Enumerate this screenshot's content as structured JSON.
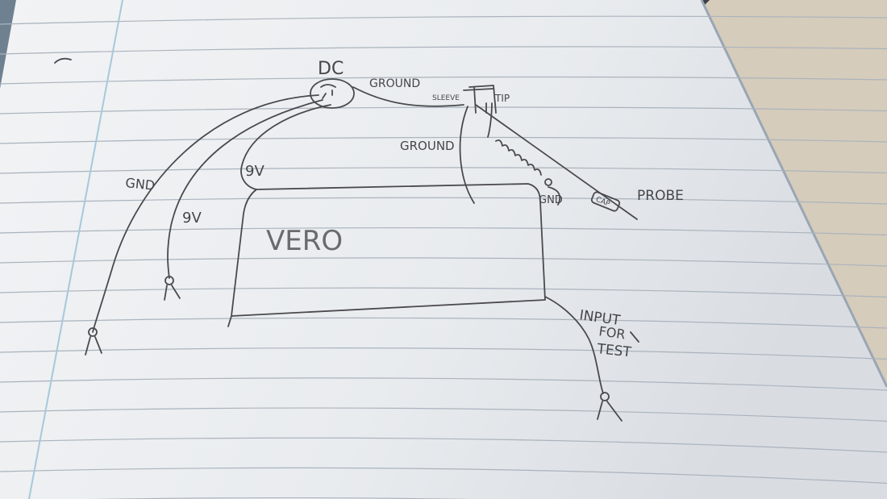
{
  "diagram": {
    "labels": {
      "dc": "DC",
      "ground_top": "GROUND",
      "sleeve": "SLEEVE",
      "tip": "TIP",
      "ground_side": "GROUND",
      "nine_v_top": "9V",
      "gnd_left": "GND",
      "nine_v_left": "9V",
      "vero": "VERO",
      "gnd_probe": "GND",
      "cap": "CAP",
      "probe": "PROBE",
      "input_line1": "INPUT",
      "input_line2": "FOR",
      "input_line3": "TEST"
    }
  },
  "colors": {
    "paper": "#eef0f2",
    "ruled_line": "#a9b2bc",
    "margin_line": "#9fc3d6",
    "pencil": "#4a4a4e",
    "desk": "#d7cdbd"
  }
}
